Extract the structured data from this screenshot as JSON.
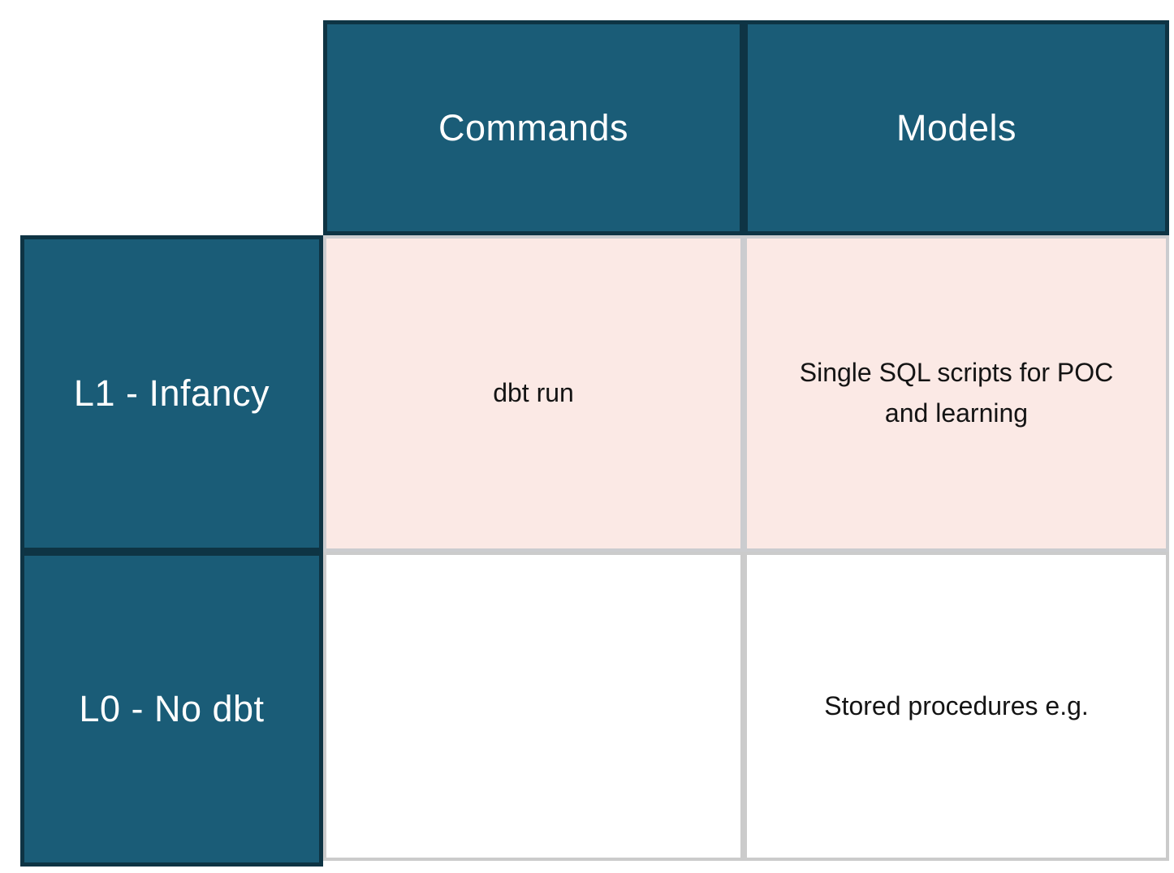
{
  "table": {
    "columns": [
      {
        "label": ""
      },
      {
        "label": "Commands"
      },
      {
        "label": "Models"
      }
    ],
    "rows": [
      {
        "header": "L1 - Infancy",
        "highlighted": true,
        "cells": [
          {
            "text": "dbt run"
          },
          {
            "text": "Single SQL scripts for POC and learning"
          }
        ]
      },
      {
        "header": "L0 - No dbt",
        "highlighted": false,
        "cells": [
          {
            "text": ""
          },
          {
            "text": "Stored procedures e.g."
          }
        ]
      }
    ]
  },
  "colors": {
    "header_bg": "#1a5c77",
    "header_border": "#0e3444",
    "header_text": "#ffffff",
    "l1_row_bg": "#fbe9e5",
    "l0_row_bg": "#ffffff",
    "grid_border": "#cbcbcb",
    "cell_text": "#141414",
    "page_bg": "#ffffff"
  }
}
